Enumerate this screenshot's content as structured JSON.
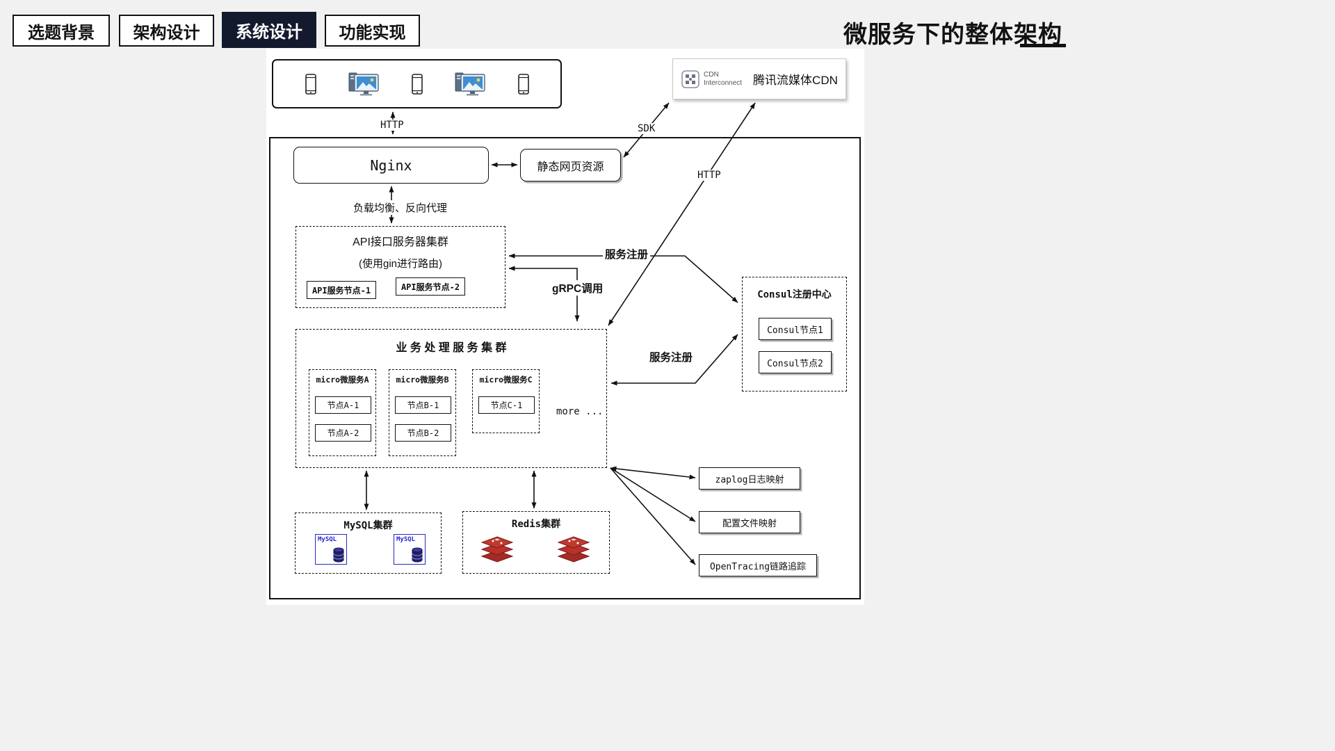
{
  "colors": {
    "background": "#f1f1f2",
    "ink": "#111111",
    "active_tab": "#141a2e",
    "box_shadow": "#b3b3b3",
    "screen_blue": "#3f8ed0",
    "mysql_blue": "#2626c9",
    "redis_red": "#c0392f"
  },
  "nav": {
    "tabs": [
      {
        "label": "选题背景",
        "active": false
      },
      {
        "label": "架构设计",
        "active": false
      },
      {
        "label": "系统设计",
        "active": true
      },
      {
        "label": "功能实现",
        "active": false
      }
    ]
  },
  "header": {
    "title": "微服务下的整体架构"
  },
  "clients": {
    "icons": [
      "phone-icon",
      "desktop-icon",
      "phone-icon",
      "desktop-icon",
      "phone-icon"
    ]
  },
  "cdn": {
    "logo_top": "CDN",
    "logo_bottom": "Interconnect",
    "label": "腾讯流媒体CDN"
  },
  "labels": {
    "http_clients": "HTTP",
    "sdk": "SDK",
    "http_cdn": "HTTP",
    "load_balance": "负载均衡、反向代理",
    "service_reg_1": "服务注册",
    "grpc_call": "gRPC调用",
    "service_reg_2": "服务注册",
    "more": "more ..."
  },
  "nodes": {
    "nginx": {
      "label": "Nginx"
    },
    "static_web": {
      "label": "静态网页资源"
    },
    "api_cluster": {
      "title": "API接口服务器集群",
      "subtitle": "(使用gin进行路由)",
      "nodes": [
        {
          "label": "API服务节点-1"
        },
        {
          "label": "API服务节点-2"
        }
      ]
    },
    "biz_cluster": {
      "title": "业 务 处 理 服 务 集 群",
      "services": [
        {
          "name": "micro微服务A",
          "nodes": [
            {
              "label": "节点A-1"
            },
            {
              "label": "节点A-2"
            }
          ]
        },
        {
          "name": "micro微服务B",
          "nodes": [
            {
              "label": "节点B-1"
            },
            {
              "label": "节点B-2"
            }
          ]
        },
        {
          "name": "micro微服务C",
          "nodes": [
            {
              "label": "节点C-1"
            }
          ]
        }
      ]
    },
    "consul": {
      "title": "Consul注册中心",
      "nodes": [
        {
          "label": "Consul节点1"
        },
        {
          "label": "Consul节点2"
        }
      ]
    },
    "mysql": {
      "title": "MySQL集群",
      "icon_label": "MySQL"
    },
    "redis": {
      "title": "Redis集群"
    },
    "side_boxes": [
      {
        "label": "zaplog日志映射"
      },
      {
        "label": "配置文件映射"
      },
      {
        "label": "OpenTracing链路追踪"
      }
    ]
  }
}
